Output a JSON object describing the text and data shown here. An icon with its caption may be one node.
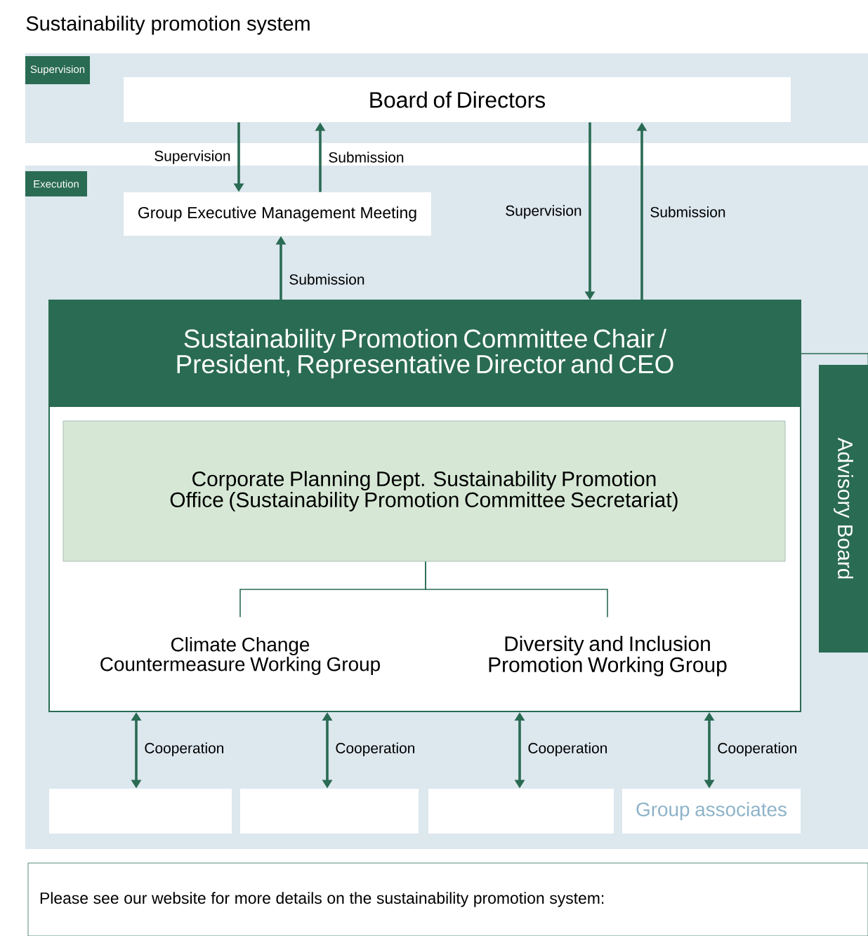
{
  "diagram": {
    "title": "Sustainability promotion system",
    "nodes": [
      {
        "text": [
          "Supervision"
        ]
      },
      {
        "text": [
          "Board of Directors"
        ],
        "in": 0
      },
      {
        "text": [
          "Execution"
        ]
      },
      {
        "text": [
          "Group Executive Management Meeting"
        ],
        "in": 2
      },
      {
        "text": [
          "Sustainability Promotion Committee Chair / President, Representative Director and CEO"
        ],
        "in": 2
      },
      {
        "text": [
          "Corporate Planning Dept. Sustainability Promotion Office (Sustainability Promotion Committee Secretariat)"
        ],
        "in": 4
      },
      {
        "text": [
          "Climate Change Countermeasure Working Group"
        ],
        "in": 4
      },
      {
        "text": [
          "Diversity and Inclusion Promotion Working Group"
        ],
        "in": 4
      },
      {
        "text": [
          "Advisory Board"
        ],
        "in": 2
      },
      {
        "text": [],
        "shape": "box",
        "in": 2
      },
      {
        "text": [],
        "shape": "box",
        "in": 2
      },
      {
        "text": [],
        "shape": "box",
        "in": 2
      },
      {
        "text": [
          "Group associates"
        ],
        "in": 2
      },
      {
        "text": [
          "Please see our website for more details on the sustainability promotion system:"
        ]
      }
    ],
    "edges": [
      {
        "from": 1,
        "to": 3,
        "arrow": "to",
        "label": "Supervision"
      },
      {
        "from": 3,
        "to": 1,
        "arrow": "to",
        "label": "Submission"
      },
      {
        "from": 4,
        "to": 3,
        "arrow": "to",
        "label": "Submission"
      },
      {
        "from": 1,
        "to": 4,
        "arrow": "to",
        "label": "Supervision"
      },
      {
        "from": 4,
        "to": 1,
        "arrow": "to",
        "label": "Submission"
      },
      {
        "from": 4,
        "to": 8,
        "arrow": "none"
      },
      {
        "from": 5,
        "to": 6,
        "arrow": "none"
      },
      {
        "from": 5,
        "to": 7,
        "arrow": "none"
      },
      {
        "from": 4,
        "to": 9,
        "arrow": "both",
        "label": "Cooperation"
      },
      {
        "from": 4,
        "to": 10,
        "arrow": "both",
        "label": "Cooperation"
      },
      {
        "from": 4,
        "to": 11,
        "arrow": "both",
        "label": "Cooperation"
      },
      {
        "from": 4,
        "to": 12,
        "arrow": "both",
        "label": "Cooperation"
      }
    ]
  }
}
